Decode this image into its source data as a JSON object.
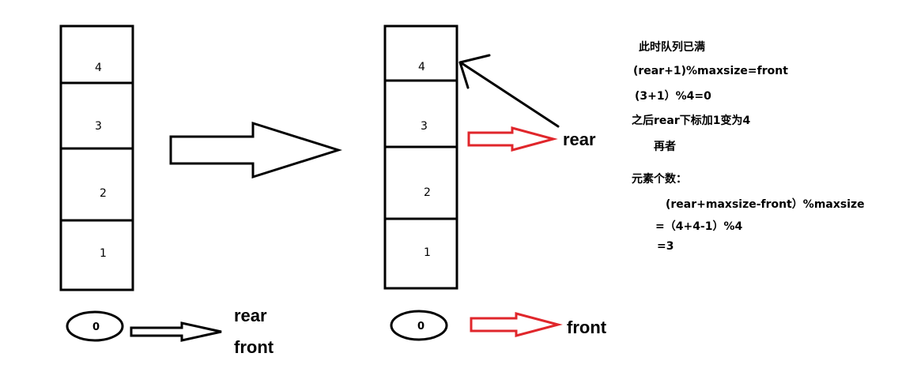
{
  "left_queue": {
    "cells": [
      "4",
      "3",
      "2",
      "1"
    ],
    "slot_zero": "0",
    "label_rear": "rear",
    "label_front": "front"
  },
  "right_queue": {
    "cells": [
      "4",
      "3",
      "2",
      "1"
    ],
    "slot_zero": "0",
    "label_rear": "rear",
    "label_front": "front"
  },
  "notes": {
    "line1": "此时队列已满",
    "line2": "(rear+1)%maxsize=front",
    "line3": "(3+1）%4=0",
    "line4": "之后rear下标加1变为4",
    "line5": "再者",
    "line6": "元素个数：",
    "line7": "(rear+maxsize-front）%maxsize",
    "line8": "=（4+4-1）%4",
    "line9": "=3"
  },
  "colors": {
    "stroke": "#000000",
    "pointer_arrow": "#e0262b"
  }
}
